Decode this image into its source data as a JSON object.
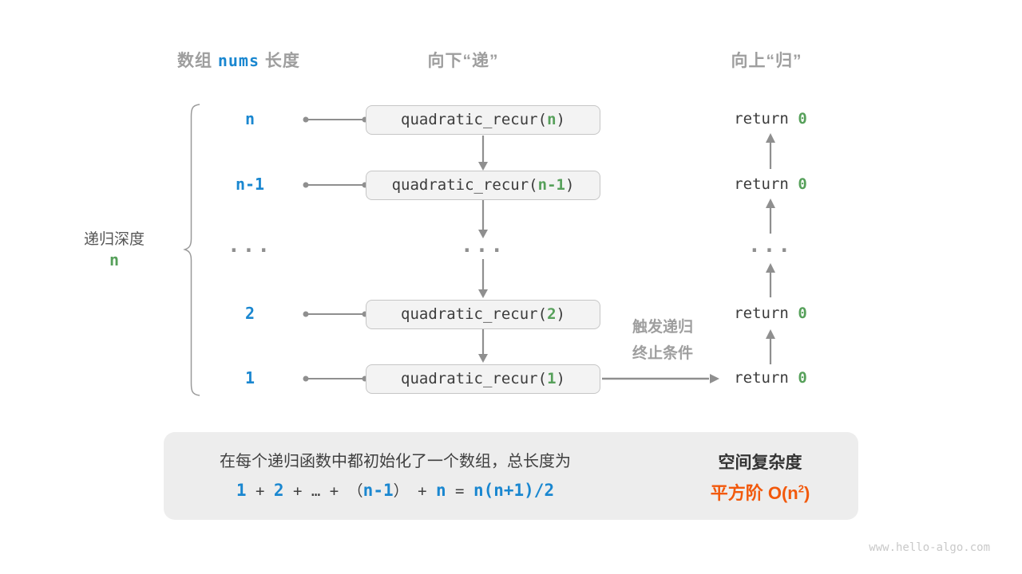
{
  "colors": {
    "blue": "#1a87d0",
    "green": "#56a05a",
    "orange": "#f2590c",
    "gray_label": "#9e9e9e",
    "dark_text": "#3c3c3c",
    "arrow_gray": "#8f8f8f",
    "box_fill": "#f3f3f3",
    "panel_fill": "#ededed"
  },
  "headers": {
    "left_prefix": "数组 ",
    "left_code": "nums",
    "left_suffix": " 长度",
    "middle": "向下“递”",
    "right": "向上“归”"
  },
  "depth_label": {
    "text": "递归深度",
    "value": "n"
  },
  "rows": [
    {
      "label": "n",
      "call_prefix": "quadratic_recur(",
      "arg": "n",
      "call_suffix": ")",
      "ret_keyword": "return ",
      "ret_value": "0"
    },
    {
      "label": "n-1",
      "call_prefix": "quadratic_recur(",
      "arg": "n-1",
      "call_suffix": ")",
      "ret_keyword": "return ",
      "ret_value": "0"
    },
    {
      "ellipsis": "..."
    },
    {
      "label": "2",
      "call_prefix": "quadratic_recur(",
      "arg": "2",
      "call_suffix": ")",
      "ret_keyword": "return ",
      "ret_value": "0"
    },
    {
      "label": "1",
      "call_prefix": "quadratic_recur(",
      "arg": "1",
      "call_suffix": ")",
      "ret_keyword": "return ",
      "ret_value": "0"
    }
  ],
  "trigger_note": {
    "line1": "触发递归",
    "line2": "终止条件"
  },
  "summary": {
    "line1": "在每个递归函数中都初始化了一个数组，总长度为",
    "formula": [
      {
        "text": "1"
      },
      {
        "text": " + "
      },
      {
        "text": "2"
      },
      {
        "text": " + "
      },
      {
        "text": "…"
      },
      {
        "text": " + "
      },
      {
        "text": "（"
      },
      {
        "text": "n-1"
      },
      {
        "text": "）"
      },
      {
        "text": " + "
      },
      {
        "text": "n"
      },
      {
        "text": " = "
      },
      {
        "text": "n(n+1)/2"
      }
    ],
    "complexity_title": "空间复杂度",
    "complexity_prefix": "平方阶 O(n",
    "complexity_sup": "2",
    "complexity_suffix": ")"
  },
  "watermark": "www.hello-algo.com"
}
